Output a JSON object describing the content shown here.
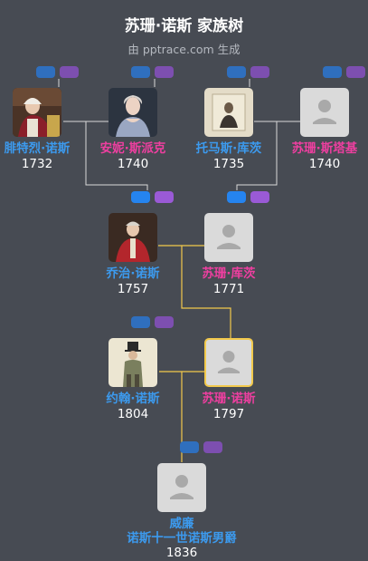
{
  "header": {
    "title": "苏珊·诺斯 家族树",
    "subtitle": "由 pptrace.com 生成"
  },
  "people": {
    "frederick": {
      "name": "腓特烈·诺斯",
      "year": "1732"
    },
    "anne": {
      "name": "安妮·斯派克",
      "year": "1740"
    },
    "thomas": {
      "name": "托马斯·库茨",
      "year": "1735"
    },
    "susan_s": {
      "name": "苏珊·斯塔基",
      "year": "1740"
    },
    "george": {
      "name": "乔治·诺斯",
      "year": "1757"
    },
    "susan_c": {
      "name": "苏珊·库茨",
      "year": "1771"
    },
    "john": {
      "name": "约翰·诺斯",
      "year": "1804"
    },
    "susan_n": {
      "name": "苏珊·诺斯",
      "year": "1797"
    },
    "william": {
      "name_line1": "威廉",
      "name_line2": "诺斯十一世诺斯男爵",
      "year": "1836"
    }
  },
  "colors": {
    "background": "#474b53",
    "male": "#3c9aee",
    "female": "#ee3fa0",
    "line": "#d8d8d8",
    "highlight_line": "#f2c94c"
  }
}
